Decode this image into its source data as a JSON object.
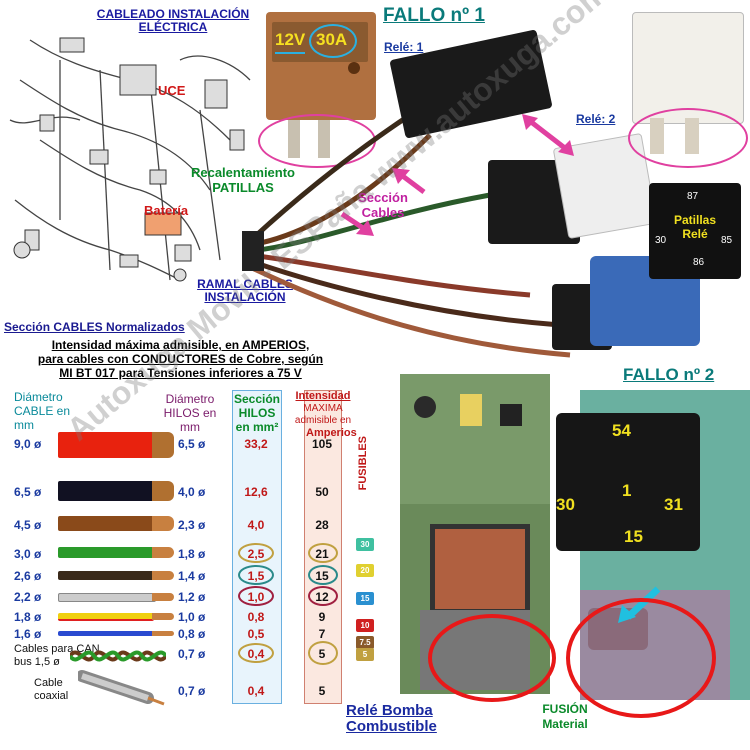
{
  "labels": {
    "cableado": "CABLEADO INSTALACIÓN ELÉCTRICA",
    "fallo1": "FALLO nº 1",
    "fallo2": "FALLO nº 2",
    "rele1": "Relé: 1",
    "rele2": "Relé: 2",
    "uce": "UCE",
    "bateria": "Batería",
    "recalentamiento": "Recalentamiento PATILLAS",
    "seccion_cables": "Sección Cables",
    "ramal": "RAMAL CABLES INSTALACIÓN",
    "relay_12v": "12V",
    "relay_30a": "30A",
    "patillas_rele": "Patillas Relé",
    "pin87": "87",
    "pin30": "30",
    "pin85": "85",
    "pin86": "86",
    "big54": "54",
    "big1": "1",
    "big30": "30",
    "big31": "31",
    "big15": "15",
    "rele_bomba": "Relé Bomba Combustible",
    "fusion": "FUSIÓN Material",
    "fusibles": "FUSIBLES",
    "watermark": "Autoxuga Movil - ESPaña www.autoxuga.com"
  },
  "table": {
    "title": "Sección CABLES Normalizados",
    "subtitle_lines": [
      "Intensidad máxima admisible, en AMPERIOS,",
      "para cables con CONDUCTORES de Cobre, según",
      "MI BT 017 para Tensiones inferiores a 75 V"
    ],
    "headers": {
      "diam_cable": "Diámetro CABLE en mm",
      "diam_hilos": "Diámetro HILOS en mm",
      "seccion": "Sección HILOS en mm²",
      "intensidad": "Intensidad",
      "maxima": "MAXIMA admisible en",
      "amperios": "Amperios"
    },
    "rows": [
      {
        "cable": "9,0 ø",
        "hilos": "6,5 ø",
        "seccion": "33,2",
        "amp": "105",
        "color": "#e8220e"
      },
      {
        "cable": "6,5 ø",
        "hilos": "4,0 ø",
        "seccion": "12,6",
        "amp": "50",
        "color": "#111122"
      },
      {
        "cable": "4,5 ø",
        "hilos": "2,3 ø",
        "seccion": "4,0",
        "amp": "28",
        "color": "#8a4a1a"
      },
      {
        "cable": "3,0 ø",
        "hilos": "1,8 ø",
        "seccion": "2,5",
        "amp": "21",
        "color": "#2a9a2a"
      },
      {
        "cable": "2,6 ø",
        "hilos": "1,4 ø",
        "seccion": "1,5",
        "amp": "15",
        "color": "#3a2a1a"
      },
      {
        "cable": "2,2 ø",
        "hilos": "1,2 ø",
        "seccion": "1,0",
        "amp": "12",
        "color": "#cccccc"
      },
      {
        "cable": "1,8 ø",
        "hilos": "1,0 ø",
        "seccion": "0,8",
        "amp": "9",
        "color": "#f0d010"
      },
      {
        "cable": "1,6 ø",
        "hilos": "0,8 ø",
        "seccion": "0,5",
        "amp": "7",
        "color": "#2a4ad0"
      },
      {
        "cable": "Cables para CAN bus 1,5 ø",
        "hilos": "0,7 ø",
        "seccion": "0,4",
        "amp": "5",
        "color": "#6a3a1a"
      },
      {
        "cable": "Cable coaxial",
        "hilos": "0,7 ø",
        "seccion": "0,4",
        "amp": "5",
        "color": "#aaaaaa"
      }
    ]
  },
  "fuses": [
    {
      "label": "30",
      "color": "#3fc0a0"
    },
    {
      "label": "20",
      "color": "#e0d030"
    },
    {
      "label": "15",
      "color": "#2a90d0"
    },
    {
      "label": "10",
      "color": "#d02020"
    },
    {
      "label": "7.5",
      "color": "#8a5a2a"
    },
    {
      "label": "5",
      "color": "#c0a040"
    }
  ]
}
